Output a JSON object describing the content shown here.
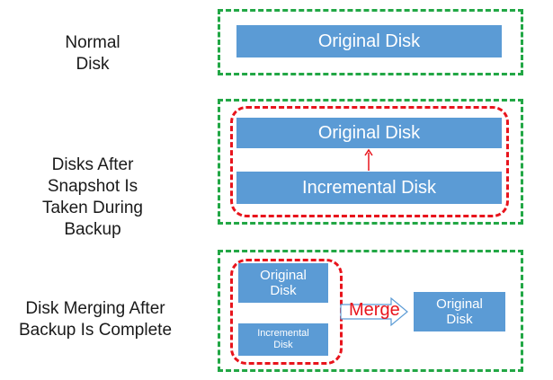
{
  "rows": [
    {
      "label": "Normal\nDisk"
    },
    {
      "label": "Disks After\nSnapshot Is\nTaken During\nBackup"
    },
    {
      "label": "Disk Merging After\nBackup Is Complete"
    }
  ],
  "disks": {
    "row1_original": "Original Disk",
    "row2_original": "Original Disk",
    "row2_incremental": "Incremental Disk",
    "row3_original": "Original\nDisk",
    "row3_incremental": "Incremental\nDisk",
    "row3_result": "Original\nDisk"
  },
  "merge_label": "Merge",
  "colors": {
    "disk_fill": "#5b9bd5",
    "green_border": "#22a745",
    "red_border": "#e8141c"
  }
}
